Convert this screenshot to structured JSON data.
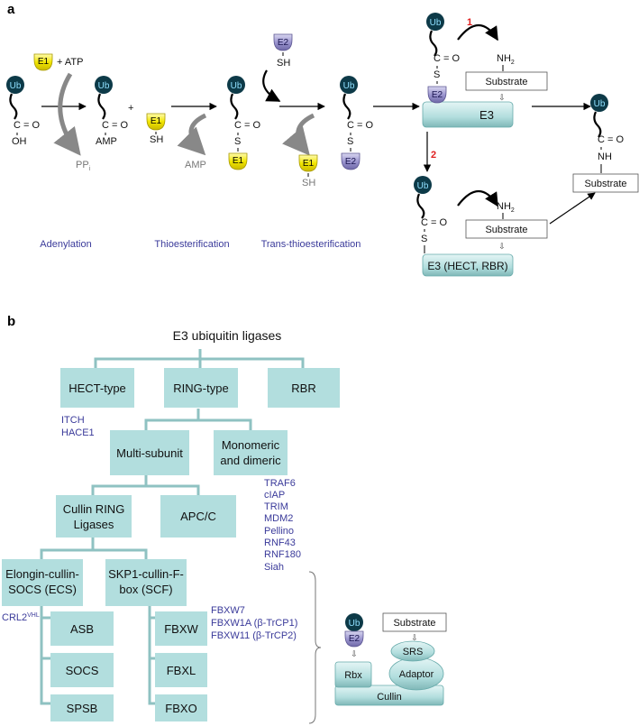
{
  "panel_a": {
    "label": "a",
    "ub": "Ub",
    "e1": "E1",
    "e2": "E2",
    "e3": "E3",
    "plus_atp": "+ ATP",
    "plus": "+",
    "c_eq_o": "C = O",
    "oh": "OH",
    "amp": "AMP",
    "sh": "SH",
    "s": "S",
    "nh2": "NH",
    "nh2_sub": "2",
    "nh": "NH",
    "ppi": "PP",
    "ppi_sub": "i",
    "substrate": "Substrate",
    "route1": "1",
    "route2": "2",
    "e3_hect_rbr": "E3 (HECT, RBR)",
    "step_adenylation": "Adenylation",
    "step_thioesterification": "Thioesterification",
    "step_trans": "Trans-thioesterification"
  },
  "panel_b": {
    "label": "b",
    "title": "E3 ubiquitin ligases",
    "hect": "HECT-type",
    "ring": "RING-type",
    "rbr": "RBR",
    "hect_examples": [
      "ITCH",
      "HACE1"
    ],
    "multi": "Multi-subunit",
    "mono_1": "Monomeric",
    "mono_2": "and dimeric",
    "mono_examples": [
      "TRAF6",
      "cIAP",
      "TRIM",
      "MDM2",
      "Pellino",
      "RNF43",
      "RNF180",
      "Siah"
    ],
    "crl_1": "Cullin RING",
    "crl_2": "Ligases",
    "apc": "APC/C",
    "ecs_1": "Elongin-cullin-",
    "ecs_2": "SOCS (ECS)",
    "scf_1": "SKP1-cullin-F-",
    "scf_2": "box (SCF)",
    "crl2": "CRL2",
    "crl2_sup": "VHL",
    "asb": "ASB",
    "socs": "SOCS",
    "spsb": "SPSB",
    "fbxw": "FBXW",
    "fbxl": "FBXL",
    "fbxo": "FBXO",
    "fbxw_examples": [
      "FBXW7",
      "FBXW1A (β-TrCP1)",
      "FBXW11 (β-TrCP2)"
    ],
    "complex": {
      "ub": "Ub",
      "e2": "E2",
      "substrate": "Substrate",
      "srs": "SRS",
      "adaptor": "Adaptor",
      "rbx": "Rbx",
      "cullin": "Cullin"
    }
  },
  "colors": {
    "ub": "#0d3a48",
    "e1": "#f2e600",
    "e2": "#9c96cf",
    "box": "#b2dede",
    "blue_text": "#3a3a9a",
    "route": "#e02020"
  }
}
